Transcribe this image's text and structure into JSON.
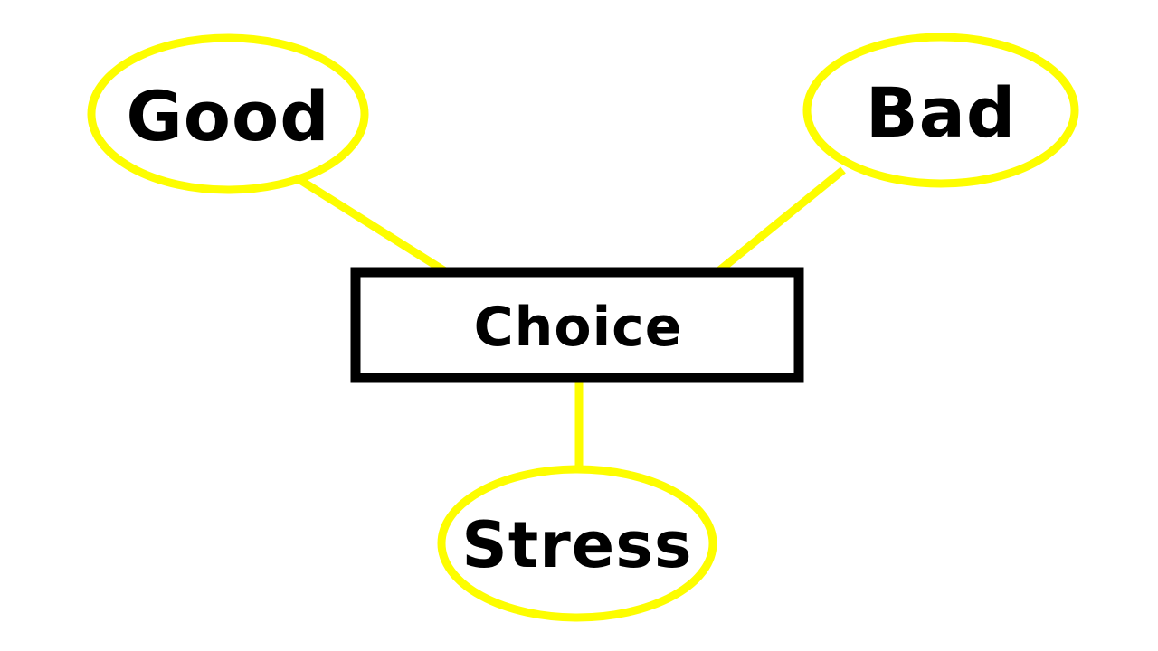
{
  "diagram": {
    "type": "mind-map",
    "background_color": "#FFFFFF",
    "colors": {
      "connector": "#FDFD00",
      "ellipse_stroke": "#FDFD00",
      "center_stroke": "#000000",
      "shape_fill": "#FFFFFF",
      "text": "#000000"
    },
    "center": {
      "label": "Choice",
      "shape": "rectangle"
    },
    "nodes": [
      {
        "label": "Good",
        "shape": "ellipse",
        "position": "top-left"
      },
      {
        "label": "Bad",
        "shape": "ellipse",
        "position": "top-right"
      },
      {
        "label": "Stress",
        "shape": "ellipse",
        "position": "bottom-center"
      }
    ],
    "edges": [
      {
        "from": "Choice",
        "to": "Good"
      },
      {
        "from": "Choice",
        "to": "Bad"
      },
      {
        "from": "Choice",
        "to": "Stress"
      }
    ]
  }
}
